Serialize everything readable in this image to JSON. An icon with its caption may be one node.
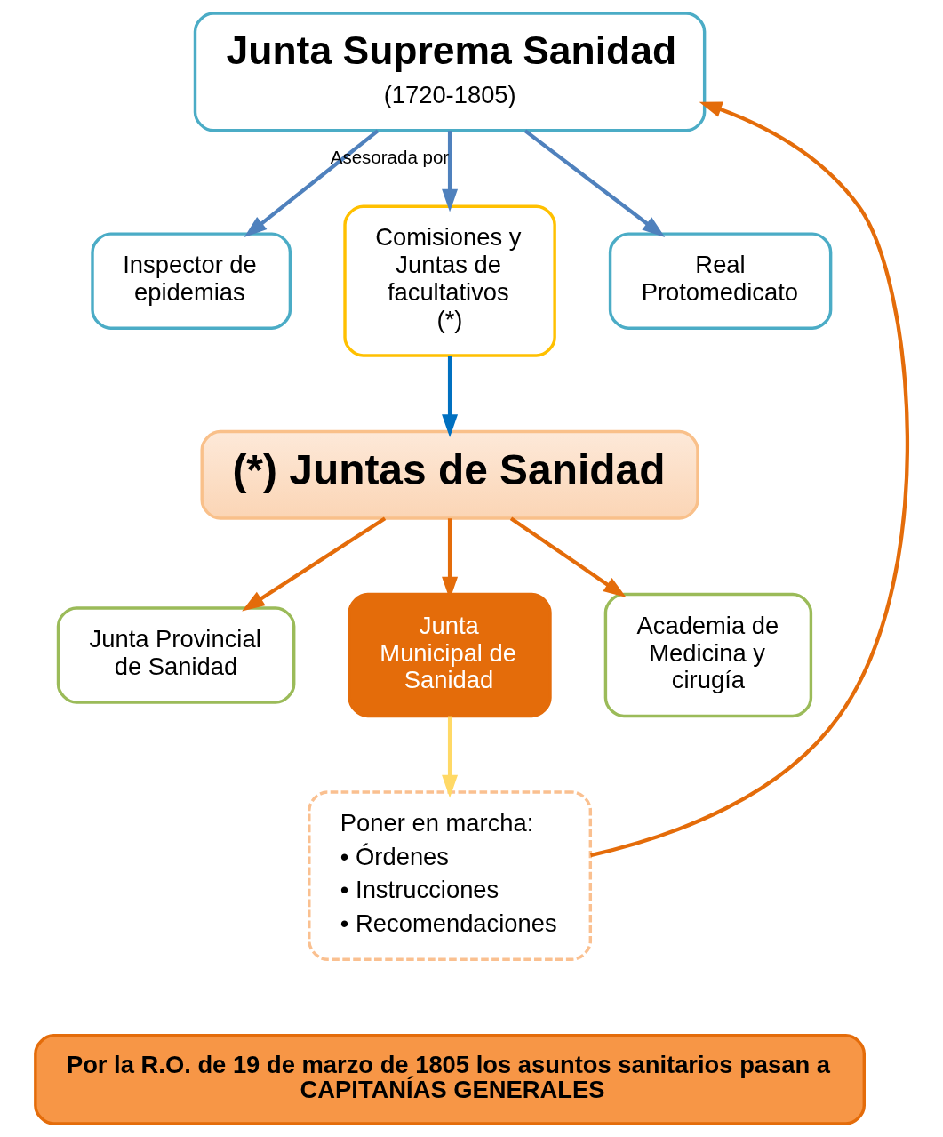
{
  "diagram": {
    "nodes": [
      {
        "text": [
          "Junta Suprema Sanidad",
          "(1720-1805)"
        ]
      },
      {
        "text": [
          "Inspector de epidemias"
        ]
      },
      {
        "text": [
          "Comisiones y Juntas de facultativos (*)"
        ]
      },
      {
        "text": [
          "Real Protomedicato"
        ]
      },
      {
        "text": [
          "(*) Juntas de Sanidad"
        ]
      },
      {
        "text": [
          "Junta Provincial de Sanidad"
        ]
      },
      {
        "text": [
          "Junta Municipal de Sanidad"
        ]
      },
      {
        "text": [
          "Academia de Medicina y cirugía"
        ]
      },
      {
        "text": [
          "Poner en marcha:",
          "• Órdenes",
          "• Instrucciones",
          "• Recomendaciones"
        ]
      },
      {
        "text": [
          "Por la R.O. de 19 de marzo de 1805 los asuntos sanitarios pasan a CAPITANÍAS GENERALES"
        ]
      }
    ],
    "edges": [
      {
        "from": 0,
        "to": 1,
        "arrow": "to",
        "color": "#4f81bd"
      },
      {
        "from": 0,
        "to": 2,
        "arrow": "to",
        "color": "#4f81bd",
        "label": "Asesorada por"
      },
      {
        "from": 0,
        "to": 3,
        "arrow": "to",
        "color": "#4f81bd"
      },
      {
        "from": 2,
        "to": 4,
        "arrow": "to",
        "color": "#0070c0"
      },
      {
        "from": 4,
        "to": 5,
        "arrow": "to"
      },
      {
        "from": 4,
        "to": 6,
        "arrow": "to"
      },
      {
        "from": 4,
        "to": 7,
        "arrow": "to"
      },
      {
        "from": 6,
        "to": 8,
        "arrow": "to",
        "color": "#ffd966"
      },
      {
        "from": 8,
        "to": 0,
        "arrow": "to"
      }
    ]
  }
}
